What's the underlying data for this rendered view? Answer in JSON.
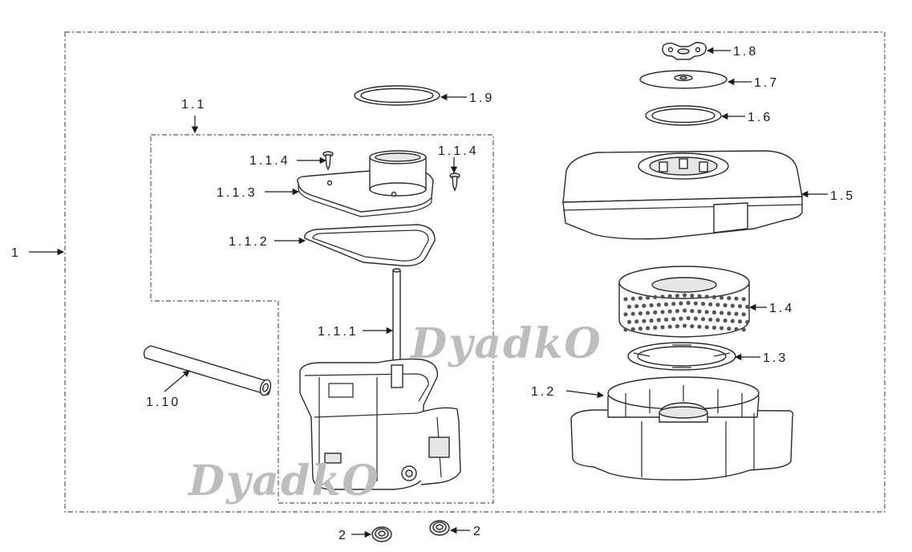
{
  "labels": {
    "l_1": "1",
    "l_1_1": "1.1",
    "l_1_1_1": "1.1.1",
    "l_1_1_2": "1.1.2",
    "l_1_1_3": "1.1.3",
    "l_1_1_4_a": "1.1.4",
    "l_1_1_4_b": "1.1.4",
    "l_1_2": "1.2",
    "l_1_3": "1.3",
    "l_1_4": "1.4",
    "l_1_5": "1.5",
    "l_1_6": "1.6",
    "l_1_7": "1.7",
    "l_1_8": "1.8",
    "l_1_9": "1.9",
    "l_1_10": "1.10",
    "l_2_a": "2",
    "l_2_b": "2"
  },
  "watermark": {
    "text_a": "DyadkO",
    "text_b": "DyadkO"
  },
  "colors": {
    "ink": "#2a2a2a",
    "watermark": "#bdbdbd"
  }
}
